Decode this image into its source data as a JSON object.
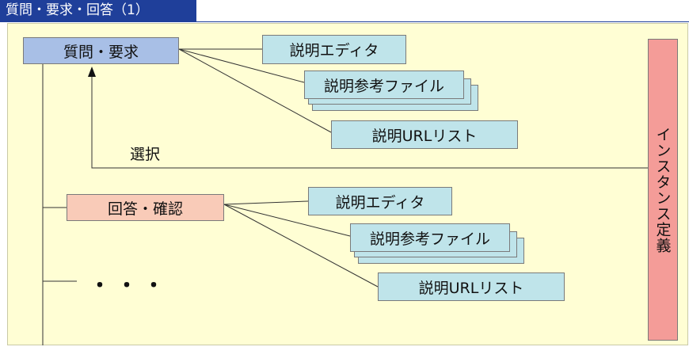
{
  "title": "質問・要求・回答（1）",
  "question_block": {
    "label": "質問・要求",
    "editor": "説明エディタ",
    "files": "説明参考ファイル",
    "urls": "説明URLリスト"
  },
  "answer_block": {
    "label": "回答・確認",
    "editor": "説明エディタ",
    "files": "説明参考ファイル",
    "urls": "説明URLリスト"
  },
  "instance_label": "インスタンス定義",
  "select_label": "選択",
  "ellipsis": "・・・",
  "colors": {
    "title_bar": "#1f3f9a",
    "panel": "#fffed4",
    "question_box": "#a8bfe6",
    "answer_box": "#f9cbb8",
    "detail_box": "#bfe4ea",
    "instance_box": "#f49c98"
  }
}
